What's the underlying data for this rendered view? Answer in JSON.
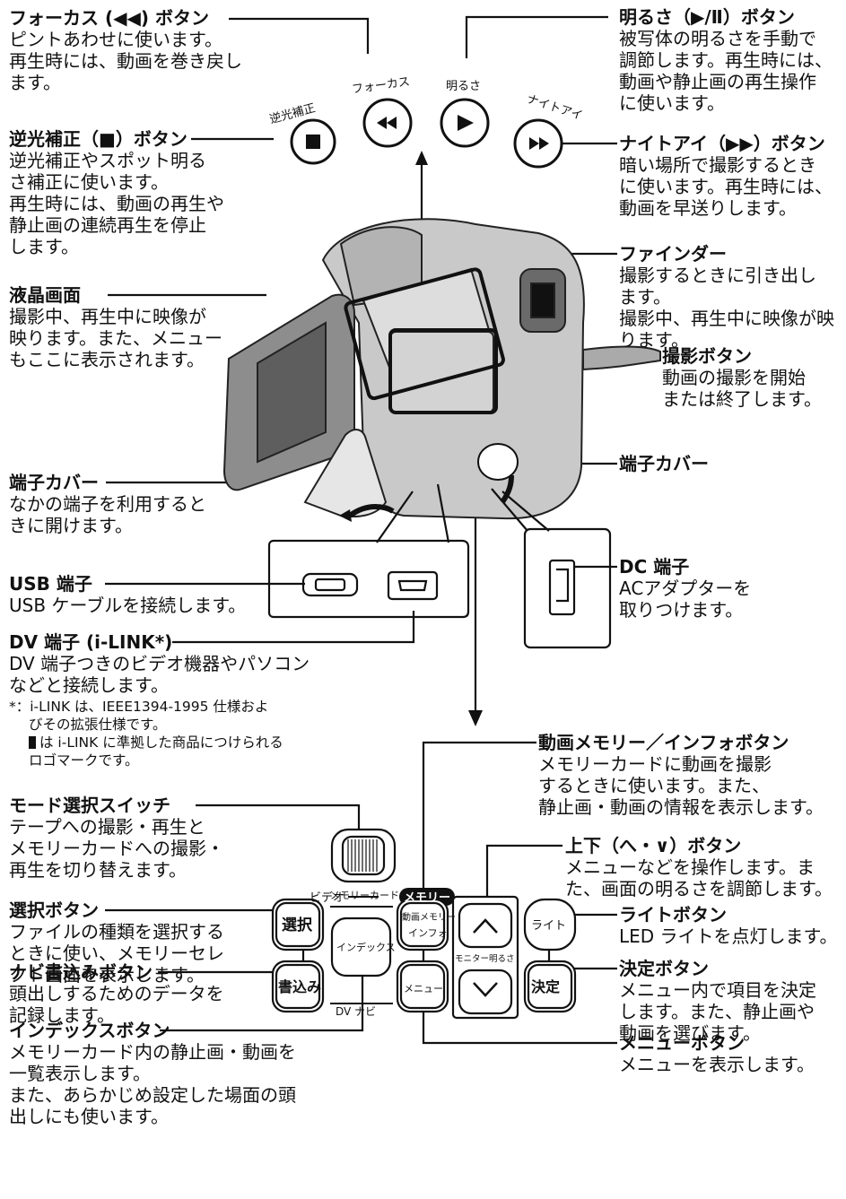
{
  "labels": {
    "focus": {
      "title": "フォーカス (◀◀) ボタン",
      "lines": [
        "ピントあわせに使います。",
        "再生時には、動画を巻き戻し",
        "ます。"
      ]
    },
    "backlight": {
      "title": "逆光補正（■）ボタン",
      "lines": [
        "逆光補正やスポット明る",
        "さ補正に使います。",
        "再生時には、動画の再生や",
        "静止画の連続再生を停止",
        "します。"
      ]
    },
    "lcd": {
      "title": "液晶画面",
      "lines": [
        "撮影中、再生中に映像が",
        "映ります。また、メニュー",
        "もここに表示されます。"
      ]
    },
    "terminal_cover_left": {
      "title": "端子カバー",
      "lines": [
        "なかの端子を利用すると",
        "きに開けます。"
      ]
    },
    "usb": {
      "title": "USB 端子",
      "lines": [
        "USB ケーブルを接続します。"
      ]
    },
    "dv": {
      "title": "DV 端子 (i-LINK*)",
      "lines": [
        "DV  端子つきのビデオ機器やパソコン",
        "などと接続します。"
      ]
    },
    "dv_note": [
      "*：i-LINK は、IEEE1394-1995 仕様およ",
      "びその拡張仕様です。",
      "は i-LINK に準拠した商品につけられる",
      "ロゴマークです。"
    ],
    "mode_switch": {
      "title": "モード選択スイッチ",
      "lines": [
        "テープへの撮影・再生と",
        "メモリーカードへの撮影・",
        "再生を切り替えます。"
      ]
    },
    "select": {
      "title": "選択ボタン",
      "lines": [
        "ファイルの種類を選択する",
        "ときに使い、メモリーセレ",
        "クト画面を表示します。"
      ]
    },
    "navi_write": {
      "title": "ナビ書込みボタン",
      "lines": [
        "頭出しするためのデータを",
        "記録します。"
      ]
    },
    "index": {
      "title": "インデックスボタン",
      "lines": [
        "メモリーカード内の静止画・動画を",
        "一覧表示します。",
        "また、あらかじめ設定した場面の頭",
        "出しにも使います。"
      ]
    },
    "brightness": {
      "title": "明るさ（▶/Ⅱ）ボタン",
      "lines": [
        "被写体の明るさを手動で",
        "調節します。再生時には、",
        "動画や静止画の再生操作",
        "に使います。"
      ]
    },
    "night": {
      "title": "ナイトアイ（▶▶）ボタン",
      "lines": [
        "暗い場所で撮影するとき",
        "に使います。再生時には、",
        "動画を早送りします。"
      ]
    },
    "finder": {
      "title": "ファインダー",
      "lines": [
        "撮影するときに引き出し",
        "ます。",
        "撮影中、再生中に映像が映",
        "ります。"
      ]
    },
    "rec": {
      "title": "撮影ボタン",
      "lines": [
        "動画の撮影を開始",
        "または終了します。"
      ]
    },
    "terminal_cover_right": {
      "title": "端子カバー"
    },
    "dc": {
      "title": "DC 端子",
      "lines": [
        "ACアダプターを",
        "取りつけます。"
      ]
    },
    "movie_memory": {
      "title": "動画メモリー／インフォボタン",
      "lines": [
        "メモリーカードに動画を撮影",
        "するときに使います。また、",
        "静止画・動画の情報を表示します。"
      ]
    },
    "updown": {
      "title": "上下（へ・∨）ボタン",
      "lines": [
        "メニューなどを操作します。ま",
        "た、画面の明るさを調節します。"
      ]
    },
    "light": {
      "title": "ライトボタン",
      "lines": [
        "LED ライトを点灯します。"
      ]
    },
    "set": {
      "title": "決定ボタン",
      "lines": [
        "メニュー内で項目を決定",
        "します。また、静止画や",
        "動画を選びます。"
      ]
    },
    "menu": {
      "title": "メニューボタン",
      "lines": [
        "メニューを表示します。"
      ]
    }
  },
  "diagram": {
    "top_buttons": [
      "逆光補正",
      "フォーカス",
      "明るさ",
      "ナイトアイ"
    ],
    "mode_labels": [
      "ビデオ",
      "メモリー"
    ],
    "panel": {
      "memory_card": "メモリーカード",
      "select": "選択",
      "movie_memory_1": "動画メモリー",
      "movie_memory_2": "インフォ",
      "index": "インデックス",
      "write": "書込み",
      "dv_navi": "DV ナビ",
      "menu": "メニュー",
      "monitor_brightness": "モニター明るさ",
      "light": "ライト",
      "set": "決定"
    }
  }
}
